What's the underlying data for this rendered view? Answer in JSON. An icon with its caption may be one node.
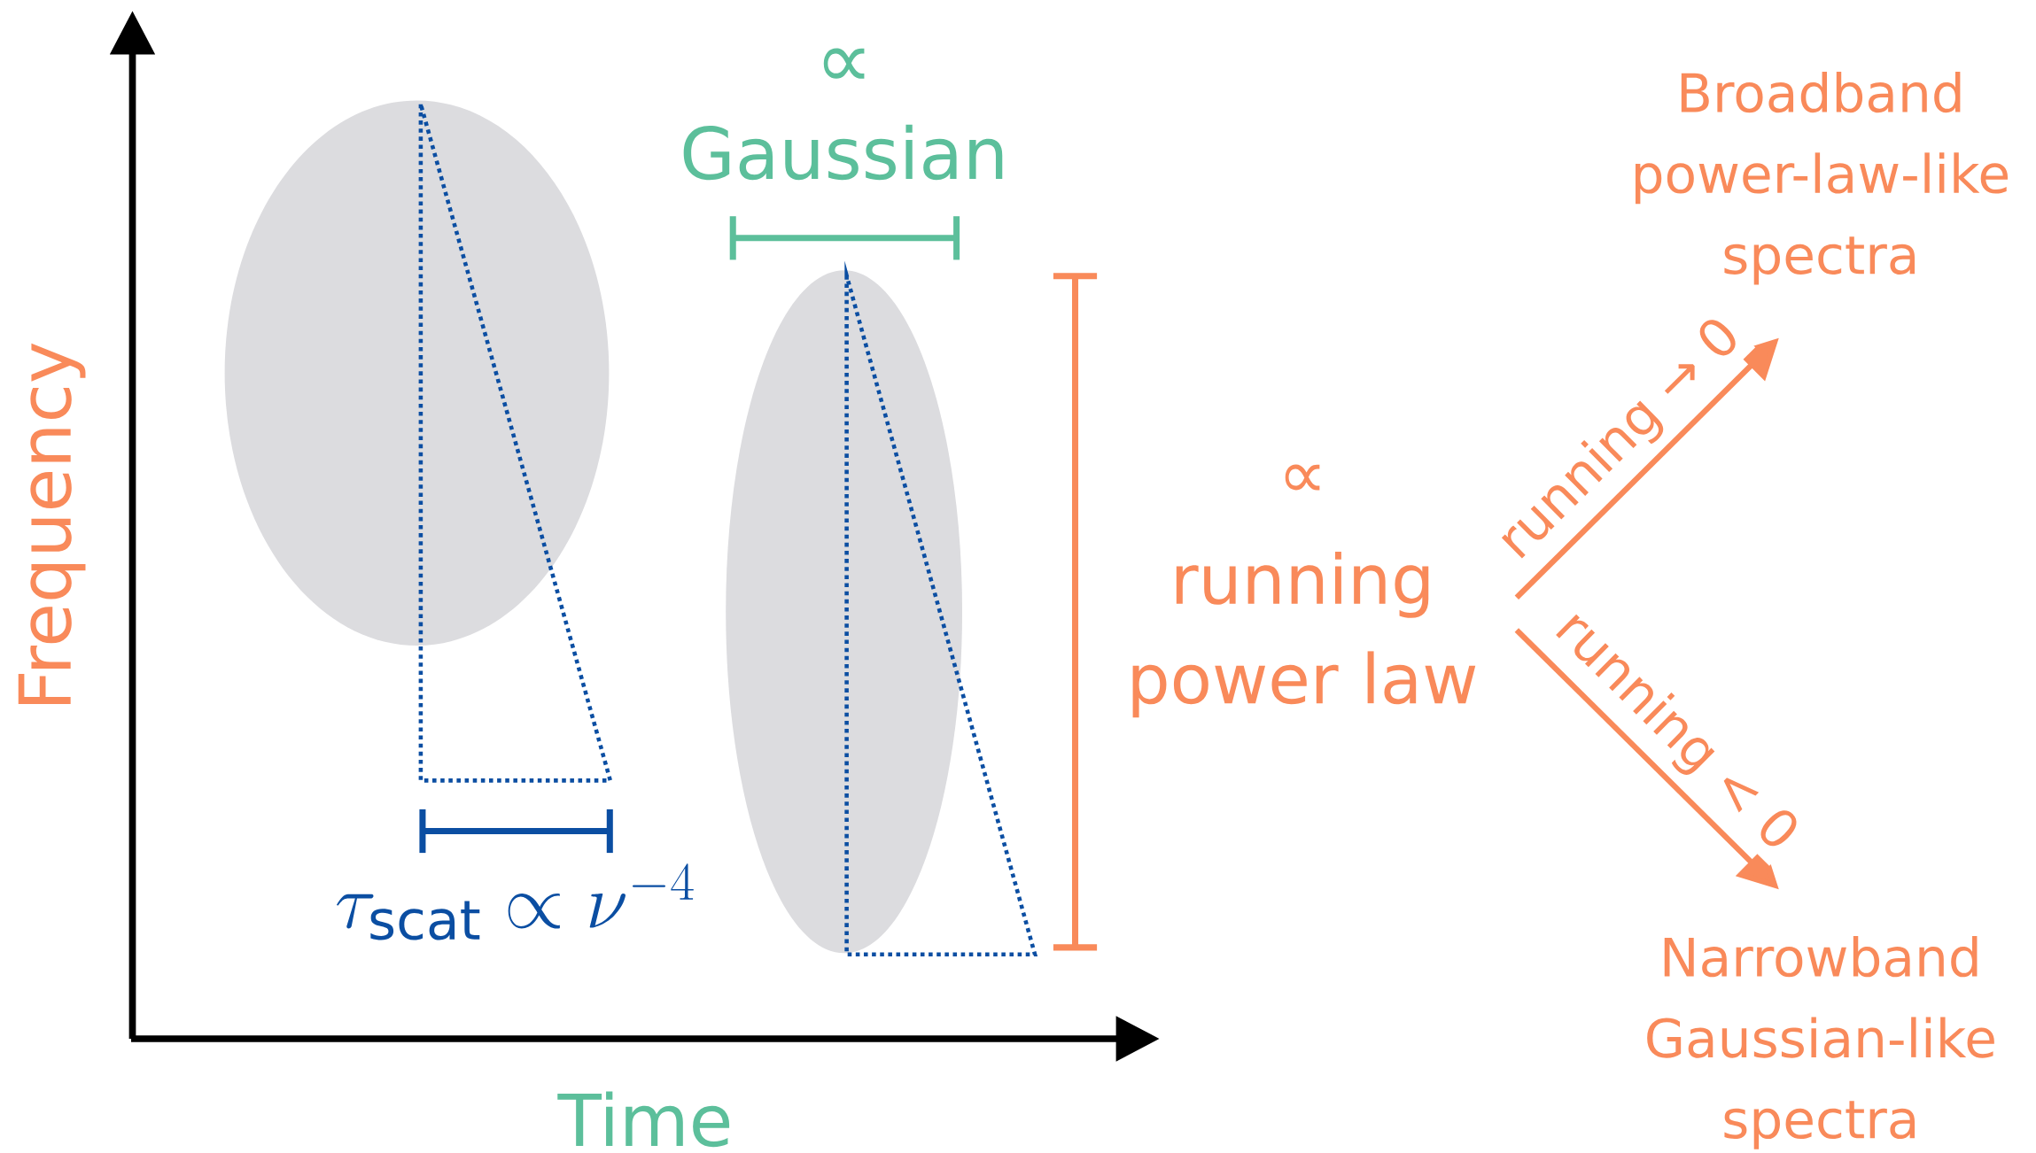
{
  "diagram": {
    "nodes": [
      {
        "text": [
          "∝",
          "running power law"
        ]
      },
      {
        "text": [
          "Broadband power-law-like spectra"
        ]
      },
      {
        "text": [
          "Narrowband Gaussian-like spectra"
        ]
      }
    ],
    "edges": [
      {
        "from": 0,
        "to": 1,
        "arrow": "to",
        "label": "running → 0"
      },
      {
        "from": 0,
        "to": 2,
        "arrow": "to",
        "label": "running < 0"
      }
    ],
    "labels": [
      "Frequency",
      "Time",
      "∝",
      "Gaussian",
      "\\tau_{\\mathrm{scat}} \\propto \\nu^{-4}"
    ]
  }
}
